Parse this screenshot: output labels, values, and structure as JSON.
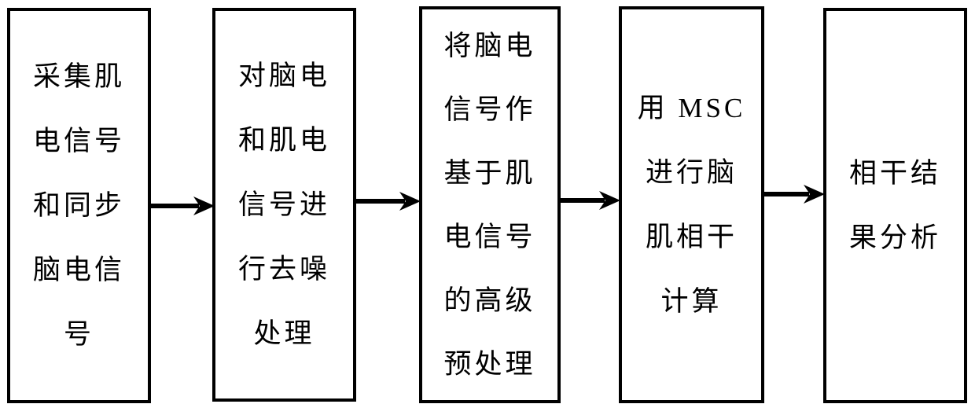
{
  "figure": {
    "type": "flowchart",
    "direction": "left-to-right",
    "background_color": "#ffffff",
    "ink_color": "#000000",
    "steps": [
      {
        "order": 1,
        "text": "采集肌电信号和同步脑电信号",
        "lines": [
          "采集肌",
          "电信号",
          "和同步",
          "脑电信",
          "号"
        ]
      },
      {
        "order": 2,
        "text": "对脑电和肌电信号进行去噪处理",
        "lines": [
          "对脑电",
          "和肌电",
          "信号进",
          "行去噪",
          "处理"
        ]
      },
      {
        "order": 3,
        "text": "将脑电信号作基于肌电信号的高级预处理",
        "lines": [
          "将脑电",
          "信号作",
          "基于肌",
          "电信号",
          "的高级",
          "预处理"
        ]
      },
      {
        "order": 4,
        "text": "用 MSC 进行脑肌相干计算",
        "lines": [
          "用 MSC",
          "进行脑",
          "肌相干",
          "计算"
        ]
      },
      {
        "order": 5,
        "text": "相干结果分析",
        "lines": [
          "相干结",
          "果分析"
        ]
      }
    ],
    "connectors": [
      {
        "from": 1,
        "to": 2,
        "style": "arrow-right"
      },
      {
        "from": 2,
        "to": 3,
        "style": "arrow-right"
      },
      {
        "from": 3,
        "to": 4,
        "style": "arrow-right"
      },
      {
        "from": 4,
        "to": 5,
        "style": "arrow-right"
      }
    ]
  }
}
